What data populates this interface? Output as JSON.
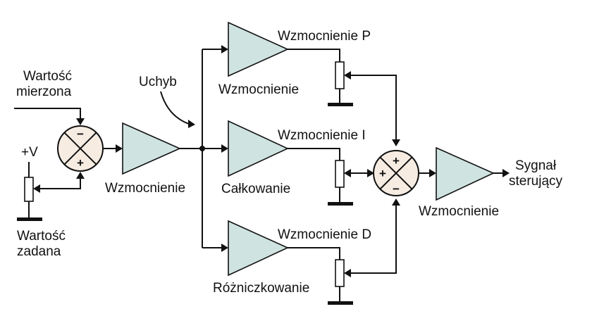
{
  "labels": {
    "measured_line1": "Wartość",
    "measured_line2": "mierzona",
    "supply": "+V",
    "setpoint_line1": "Wartość",
    "setpoint_line2": "zadana",
    "error": "Uchyb",
    "amp_input": "Wzmocnienie",
    "p_gain": "Wzmocnienie P",
    "p_amp": "Wzmocnienie",
    "i_gain": "Wzmocnienie I",
    "i_amp": "Całkowanie",
    "d_gain": "Wzmocnienie D",
    "d_amp": "Różniczkowanie",
    "out_amp": "Wzmocnienie",
    "output_line1": "Sygnał",
    "output_line2": "sterujący"
  },
  "signs": {
    "input_sum_top": "−",
    "input_sum_bottom": "+",
    "out_sum_top": "+",
    "out_sum_left": "+",
    "out_sum_bottom": "−"
  }
}
